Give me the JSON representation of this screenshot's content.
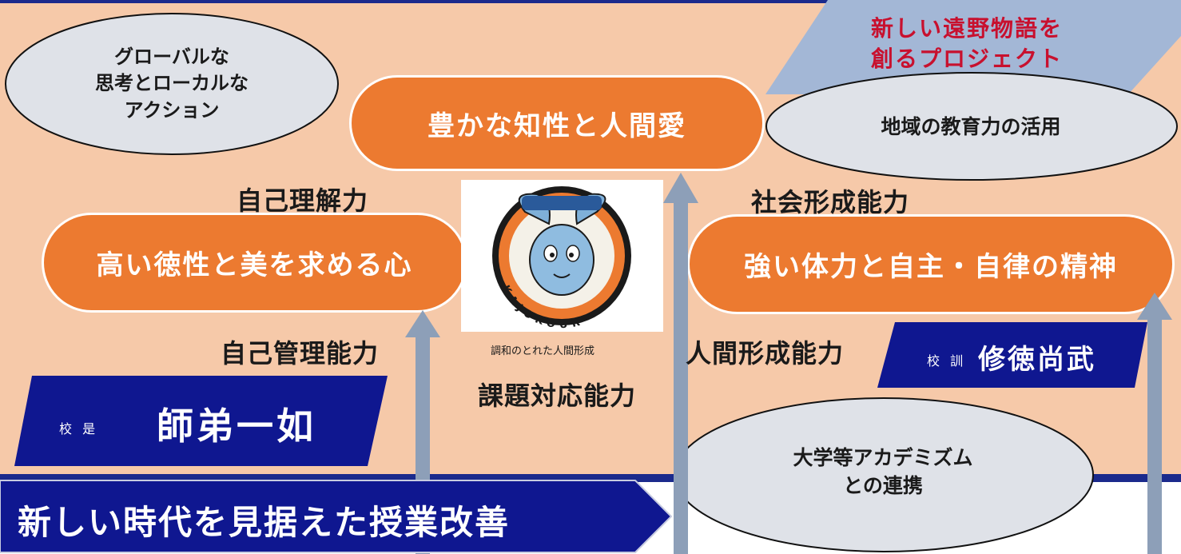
{
  "colors": {
    "peach": "#f6c9a9",
    "navy": "#0f1790",
    "orange": "#ec7a30",
    "arrow": "#8d9fb8",
    "oval": "#dfe2e8",
    "red_title": "#c8102e"
  },
  "project_title": "新しい遠野物語を\n創るプロジェクト",
  "ovals": {
    "global": "グローバルな\n思考とローカルな\nアクション",
    "community": "地域の教育力の活用",
    "academia": "大学等アカデミズム\nとの連携"
  },
  "pills": {
    "top": "豊かな知性と人間愛",
    "left": "高い徳性と美を求める心",
    "right": "強い体力と自主・自律の精神"
  },
  "abilities": {
    "self_understanding": "自己理解力",
    "social_formation": "社会形成能力",
    "self_management": "自己管理能力",
    "human_formation": "人間形成能力",
    "problem_solving": "課題対応能力"
  },
  "logo": {
    "ring_text": "KAJOKOUR",
    "caption": "調和のとれた人間形成"
  },
  "policy": {
    "label": "校 是",
    "value": "師弟一如"
  },
  "motto": {
    "label": "校 訓",
    "value": "修徳尚武"
  },
  "footer_banner": "新しい時代を見据えた授業改善"
}
